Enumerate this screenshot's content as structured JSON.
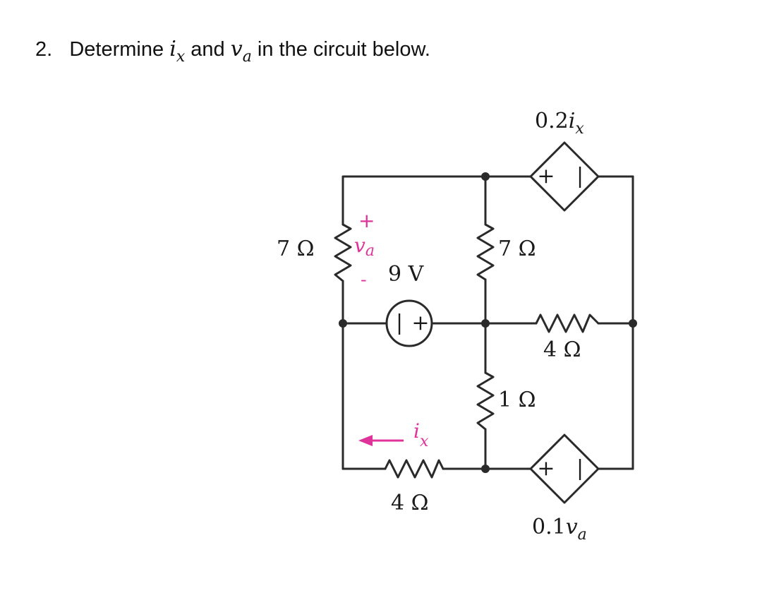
{
  "problem": {
    "number": "2.",
    "text_before": "Determine",
    "var1": "i",
    "var1_sub": "x",
    "connector": "and",
    "var2": "v",
    "var2_sub": "a",
    "text_after": "in the circuit below."
  },
  "circuit": {
    "colors": {
      "wire": "#2a2a2a",
      "annotation": "#e0339a"
    },
    "labels": {
      "r_left": "7 Ω",
      "r_mid_top": "7 Ω",
      "r_right": "4 Ω",
      "r_mid_bottom": "1 Ω",
      "r_bottom": "4 Ω",
      "source_9v": "9 V",
      "dep_top_coef": "0.2",
      "dep_top_var": "i",
      "dep_top_sub": "x",
      "dep_bottom_coef": "0.1",
      "dep_bottom_var": "v",
      "dep_bottom_sub": "a"
    },
    "annotations": {
      "va_var": "v",
      "va_sub": "a",
      "va_plus": "+",
      "va_minus": "-",
      "ix_var": "i",
      "ix_sub": "x"
    },
    "polarity": {
      "plus": "+",
      "minus": "|"
    }
  }
}
